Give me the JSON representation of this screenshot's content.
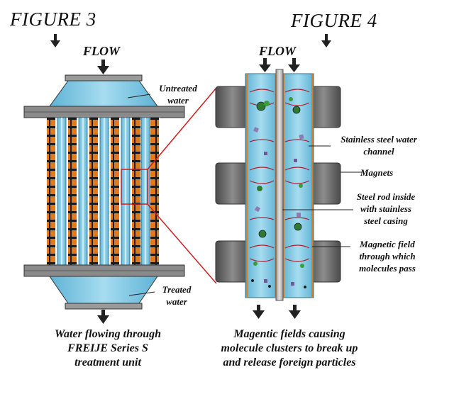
{
  "figure3": {
    "title": "FIGURE 3",
    "flow_label": "FLOW",
    "label_untreated_1": "Untreated",
    "label_untreated_2": "water",
    "label_treated_1": "Treated",
    "label_treated_2": "water",
    "caption_1": "Water flowing through",
    "caption_2": "FREIJE Series S",
    "caption_3": "treatment unit"
  },
  "figure4": {
    "title": "FIGURE 4",
    "flow_label": "FLOW",
    "label_channel_1": "Stainless steel water",
    "label_channel_2": "channel",
    "label_magnets": "Magnets",
    "label_rod_1": "Steel rod inside",
    "label_rod_2": "with stainless",
    "label_rod_3": "steel casing",
    "label_field_1": "Magnetic field",
    "label_field_2": "through which",
    "label_field_3": "molecules pass",
    "caption_1": "Magentic fields causing",
    "caption_2": "molecule clusters to break up",
    "caption_3": "and release foreign particles"
  },
  "colors": {
    "water": "#7ec8e3",
    "water_dark": "#3f8fb0",
    "steel": "#808080",
    "magnet": "#6b6b6b",
    "orange": "#e07a1f",
    "zoom_lines": "#cc1f1f"
  }
}
